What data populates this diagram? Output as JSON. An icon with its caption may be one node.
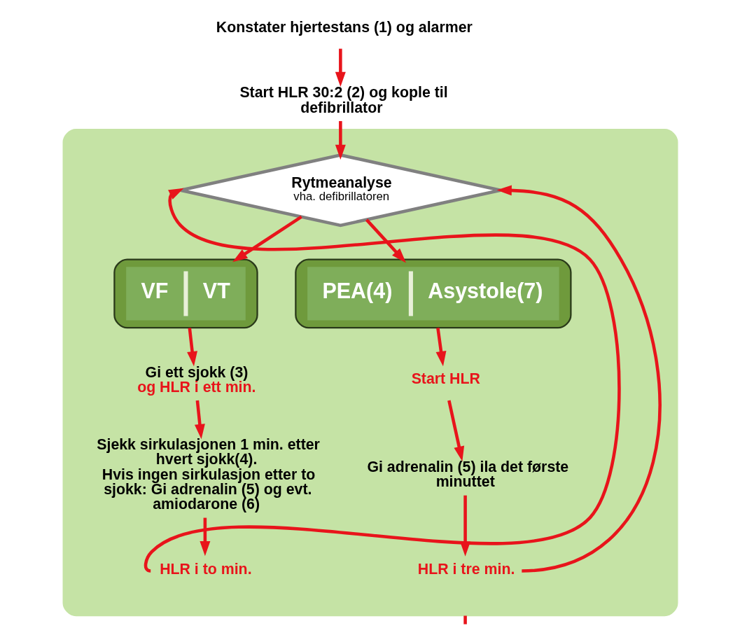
{
  "diagram": {
    "nodes": [
      {
        "text": [
          "Konstater hjertestans (1) og alarmer"
        ]
      },
      {
        "text": [
          "Start HLR 30:2 (2) og kople til defibrillator"
        ]
      },
      {
        "text": [],
        "shape": "box"
      },
      {
        "text": [
          "Rytmeanalyse",
          "vha. defibrillatoren"
        ],
        "in": 2
      },
      {
        "text": [
          "VF",
          "VT"
        ],
        "in": 2
      },
      {
        "text": [
          "PEA(4)",
          "Asystole(7)"
        ],
        "in": 2
      },
      {
        "text": [
          "Gi ett sjokk (3)",
          "og HLR i ett min."
        ],
        "in": 2
      },
      {
        "text": [
          "Sjekk sirkulasjonen 1 min. etter hvert sjokk(4).",
          "Hvis ingen sirkulasjon etter to sjokk: Gi adrenalin (5) og evt. amiodarone (6)"
        ],
        "in": 2
      },
      {
        "text": [
          "HLR i to min."
        ],
        "in": 2
      },
      {
        "text": [
          "Start HLR"
        ],
        "in": 2
      },
      {
        "text": [
          "Gi adrenalin (5) ila det første minuttet"
        ],
        "in": 2
      },
      {
        "text": [
          "HLR i tre min."
        ],
        "in": 2
      }
    ],
    "edges": [
      {
        "from": 0,
        "to": 1,
        "arrow": "to"
      },
      {
        "from": 1,
        "to": 3,
        "arrow": "to"
      },
      {
        "from": 3,
        "to": 4,
        "arrow": "to"
      },
      {
        "from": 3,
        "to": 5,
        "arrow": "to"
      },
      {
        "from": 4,
        "to": 6,
        "arrow": "to"
      },
      {
        "from": 6,
        "to": 7,
        "arrow": "to"
      },
      {
        "from": 7,
        "to": 8,
        "arrow": "to"
      },
      {
        "from": 8,
        "to": 3,
        "arrow": "to"
      },
      {
        "from": 5,
        "to": 9,
        "arrow": "to"
      },
      {
        "from": 9,
        "to": 10,
        "arrow": "to"
      },
      {
        "from": 10,
        "to": 11,
        "arrow": "to"
      },
      {
        "from": 11,
        "to": 3,
        "arrow": "to"
      },
      {
        "from": 2,
        "to": null,
        "arrow": "none"
      }
    ]
  }
}
